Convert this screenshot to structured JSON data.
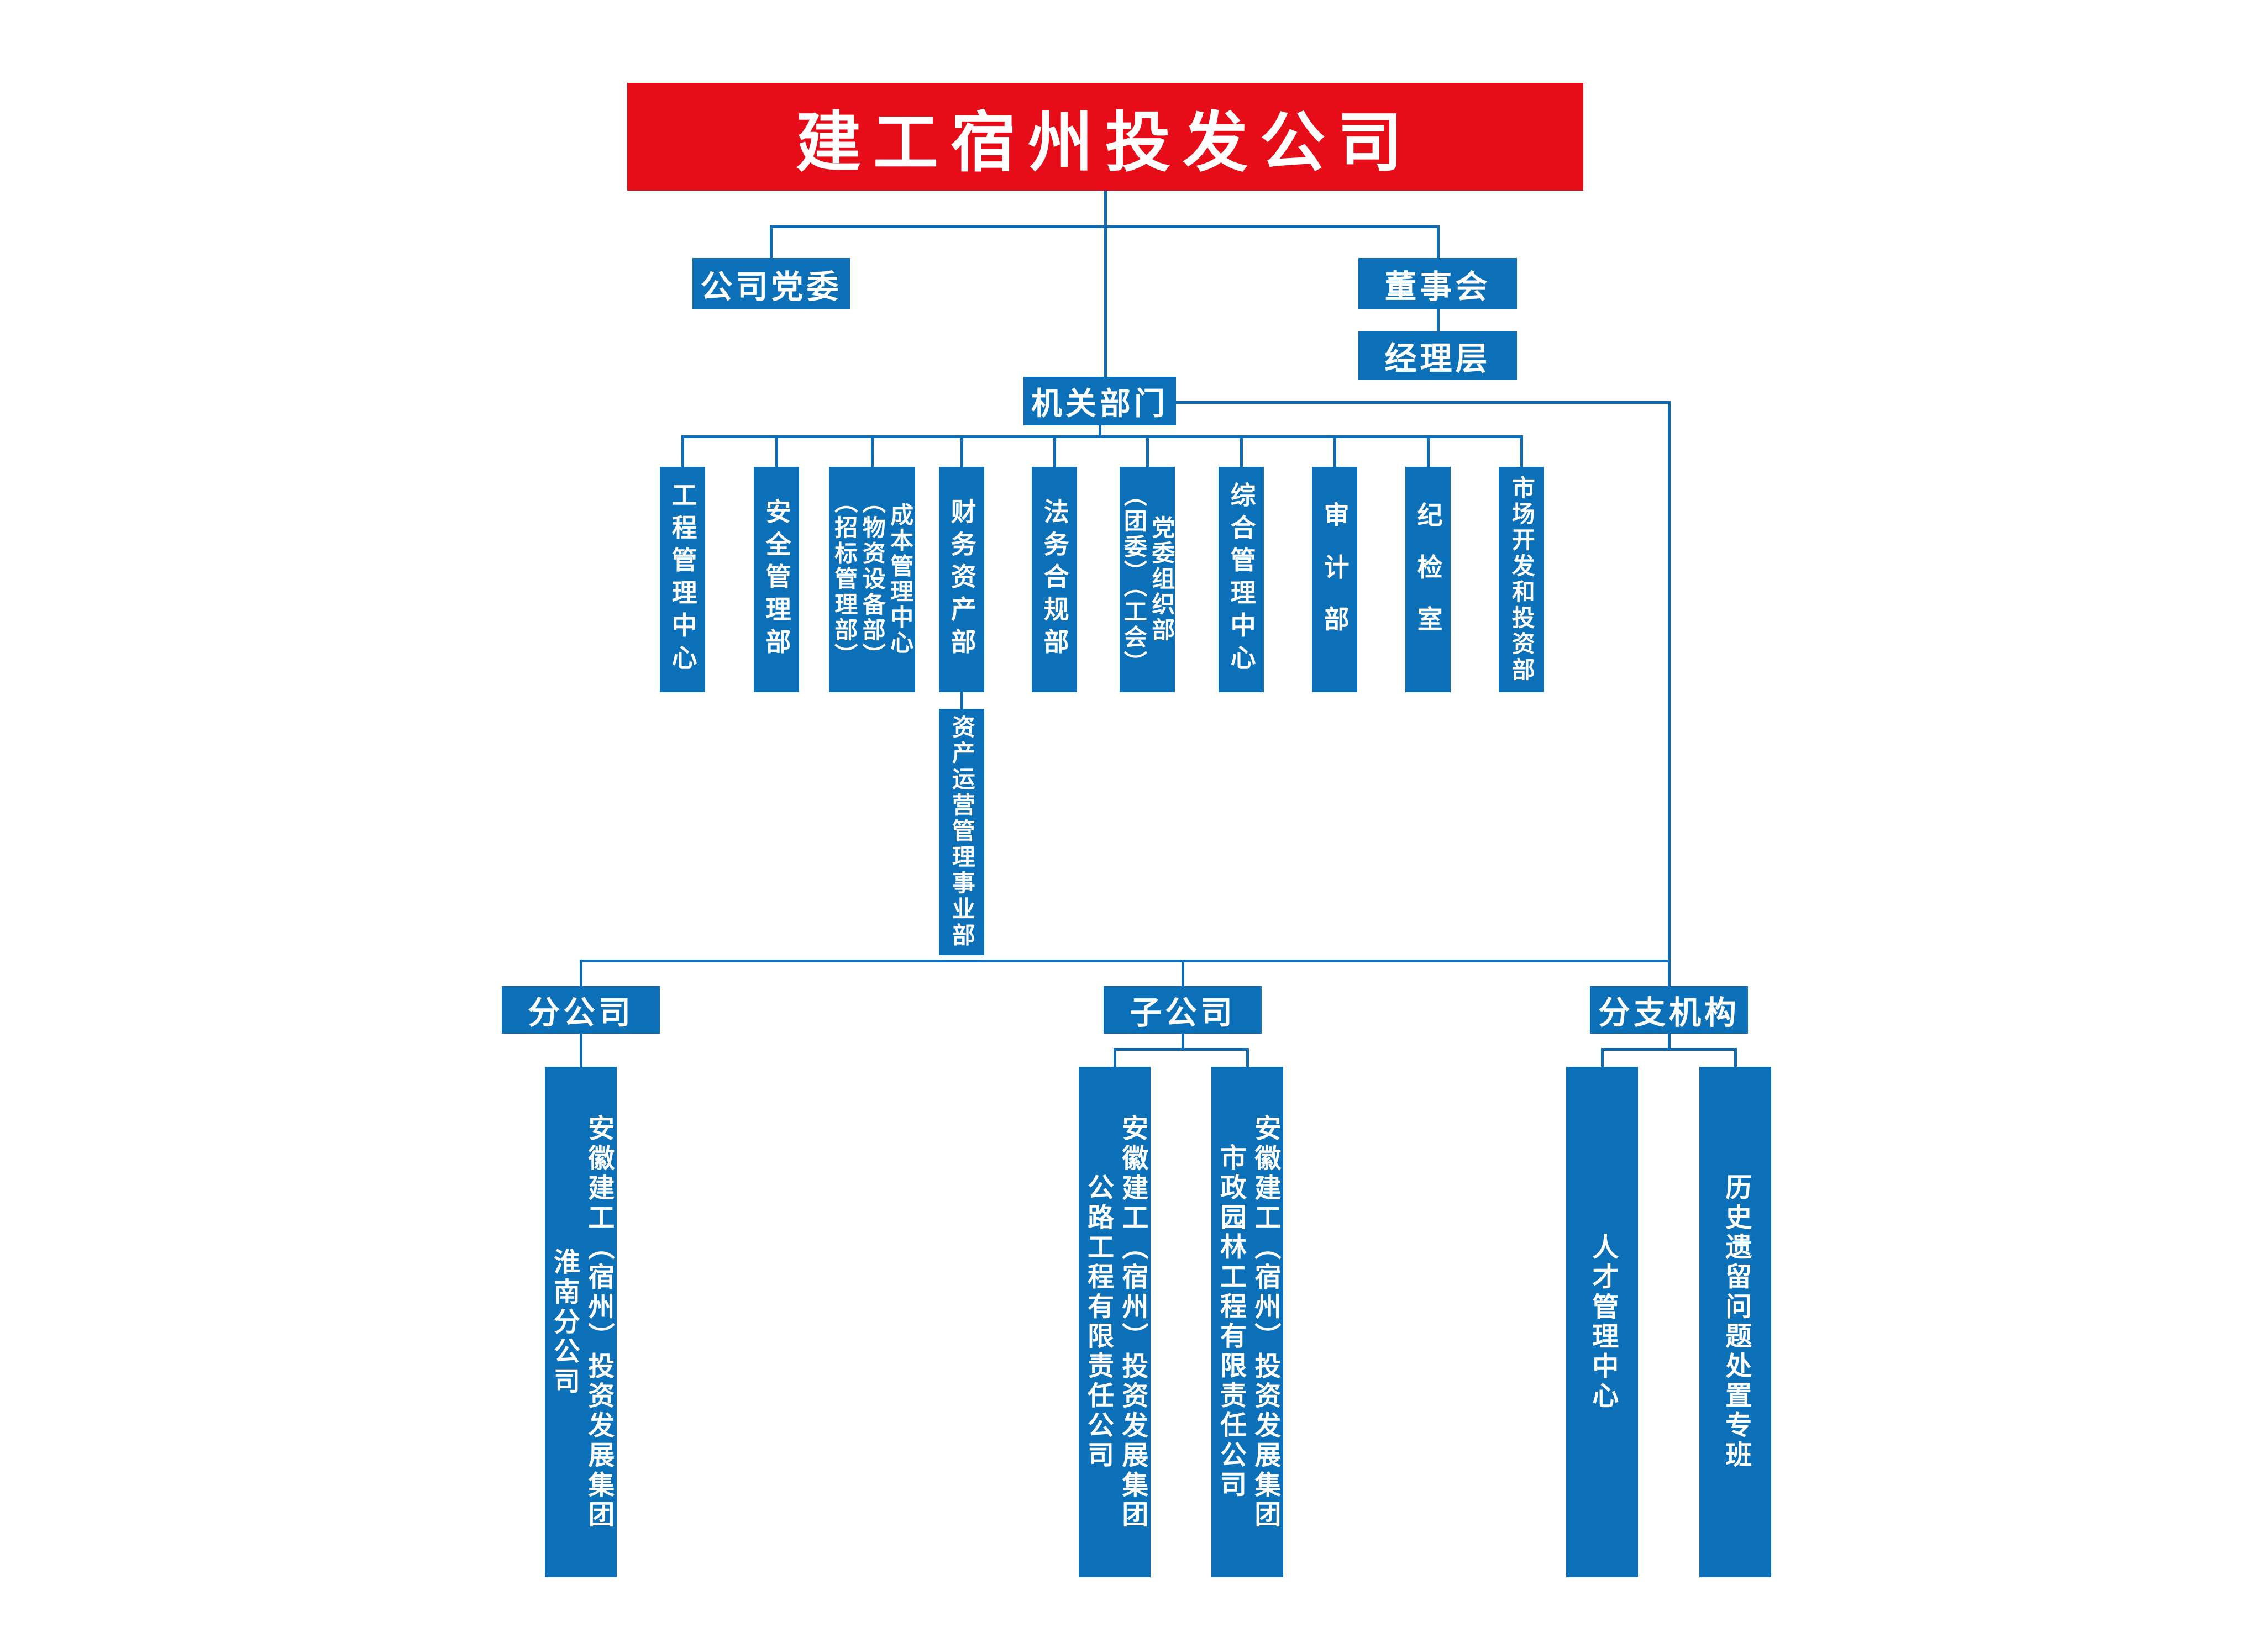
{
  "colors": {
    "accent_red": "#e60d18",
    "box_blue": "#0c70b8",
    "line_blue": "#0f6cb4"
  },
  "nodes": {
    "title": "建工宿州投发公司",
    "party_committee": "公司党委",
    "board": "董事会",
    "management": "经理层",
    "organs": "机关部门",
    "asset_division": "资产运营管理事业部",
    "branch_company": "分公司",
    "subsidiary": "子公司",
    "branch_org": "分支机构"
  },
  "departments": [
    "工程管理中心",
    "安全管理部",
    "成本管理中心\n（物资设备部）\n（招标管理部）",
    "财务资产部",
    "法务合规部",
    "党委组织部\n（团委）（工会）",
    "综合管理中心",
    "审计部",
    "纪检室",
    "市场开发和投资部"
  ],
  "subordinates": {
    "branch_company": [
      "安徽建工（宿州）投资发展集团\n淮南分公司"
    ],
    "subsidiary": [
      "安徽建工（宿州）投资发展集团\n公路工程有限责任公司",
      "安徽建工（宿州）投资发展集团\n市政园林工程有限责任公司"
    ],
    "branch_org": [
      "人才管理中心",
      "历史遗留问题处置专班"
    ]
  }
}
